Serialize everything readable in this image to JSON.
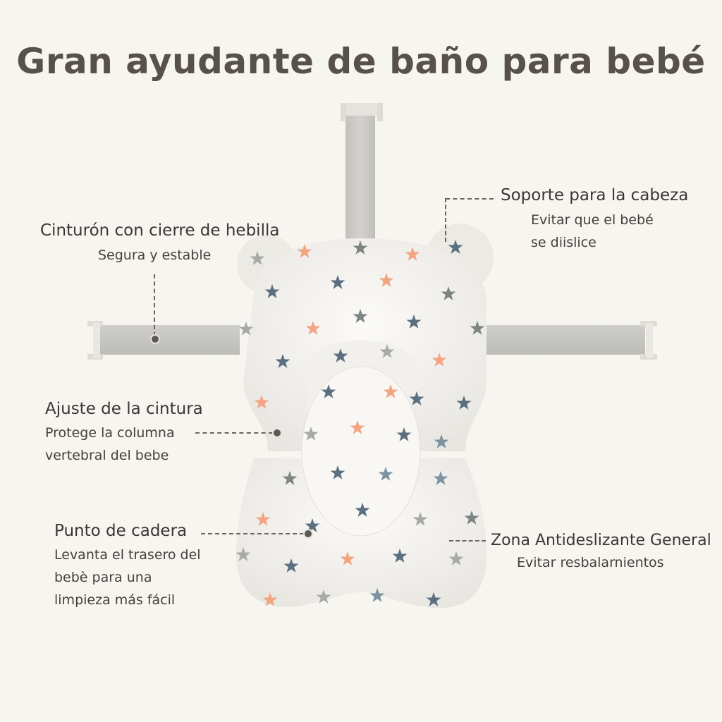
{
  "title": "Gran ayudante de baño para bebé",
  "callouts": {
    "head_support": {
      "heading": "Soporte para la cabeza",
      "lines": [
        "Evitar que el bebé",
        "se diislice"
      ]
    },
    "buckle_belt": {
      "heading": "Cinturón con cierre de hebilla",
      "lines": [
        "Segura y estable"
      ]
    },
    "waist_adjust": {
      "heading": "Ajuste de la cintura",
      "lines": [
        "Protege la columna",
        "vertebral del bebe"
      ]
    },
    "hip_point": {
      "heading": "Punto de cadera",
      "lines": [
        "Levanta el trasero del",
        "bebè para una",
        "limpieza más fácil"
      ]
    },
    "anti_slip": {
      "heading": "Zona Antideslizante General",
      "lines": [
        "Evitar resbalarnientos"
      ]
    }
  },
  "colors": {
    "background": "#f7f5f0",
    "title": "#57504c",
    "strap": "#c9c8c3",
    "cushion": "#f4f2ee",
    "star_blue": "#5b6f80",
    "star_orange": "#f3a583",
    "star_gray": "#a9aaa8"
  }
}
